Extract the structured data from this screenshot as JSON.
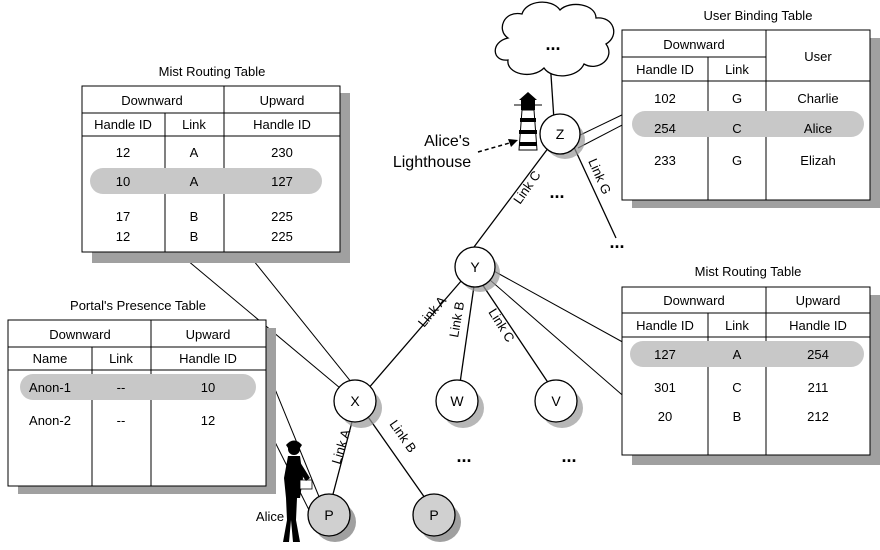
{
  "nodes": {
    "z": "Z",
    "y": "Y",
    "x": "X",
    "w": "W",
    "v": "V",
    "p1": "P",
    "p2": "P"
  },
  "ellipsis": "...",
  "links": {
    "c_top": "Link C",
    "g": "Link G",
    "a_top": "Link A",
    "b_mid": "Link B",
    "c_mid": "Link C",
    "a_bot": "Link A",
    "b_bot": "Link B"
  },
  "labels": {
    "lighthouse_line1": "Alice's",
    "lighthouse_line2": "Lighthouse",
    "alice": "Alice"
  },
  "user_binding_table": {
    "title": "User  Binding Table",
    "group_downward": "Downward",
    "col_user": "User",
    "col_handle": "Handle ID",
    "col_link": "Link",
    "rows": [
      {
        "handle": "102",
        "link": "G",
        "user": "Charlie"
      },
      {
        "handle": "254",
        "link": "C",
        "user": "Alice"
      },
      {
        "handle": "233",
        "link": "G",
        "user": "Elizah"
      }
    ]
  },
  "mist_table_left": {
    "title": "Mist Routing Table",
    "group_downward": "Downward",
    "group_upward": "Upward",
    "col_handle": "Handle ID",
    "col_link": "Link",
    "col_up_handle": "Handle ID",
    "rows": [
      {
        "handle": "12",
        "link": "A",
        "up": "230"
      },
      {
        "handle": "10",
        "link": "A",
        "up": "127"
      },
      {
        "handle": "17",
        "link": "B",
        "up": "225"
      },
      {
        "handle": "12",
        "link": "B",
        "up": "225"
      }
    ]
  },
  "mist_table_right": {
    "title": "Mist Routing Table",
    "group_downward": "Downward",
    "group_upward": "Upward",
    "col_handle": "Handle ID",
    "col_link": "Link",
    "col_up_handle": "Handle ID",
    "rows": [
      {
        "handle": "127",
        "link": "A",
        "up": "254"
      },
      {
        "handle": "301",
        "link": "C",
        "up": "211"
      },
      {
        "handle": "20",
        "link": "B",
        "up": "212"
      }
    ]
  },
  "portal_table": {
    "title": "Portal's Presence Table",
    "group_downward": "Downward",
    "group_upward": "Upward",
    "col_name": "Name",
    "col_link": "Link",
    "col_up_handle": "Handle ID",
    "rows": [
      {
        "name": "Anon-1",
        "link": "--",
        "up": "10"
      },
      {
        "name": "Anon-2",
        "link": "--",
        "up": "12"
      }
    ]
  },
  "colors": {
    "highlight": "#c8c8c8",
    "shadow": "#a0a0a0",
    "line": "#000000",
    "node_fill": "#ffffff",
    "leaf_node_fill": "#d0d0d0"
  }
}
